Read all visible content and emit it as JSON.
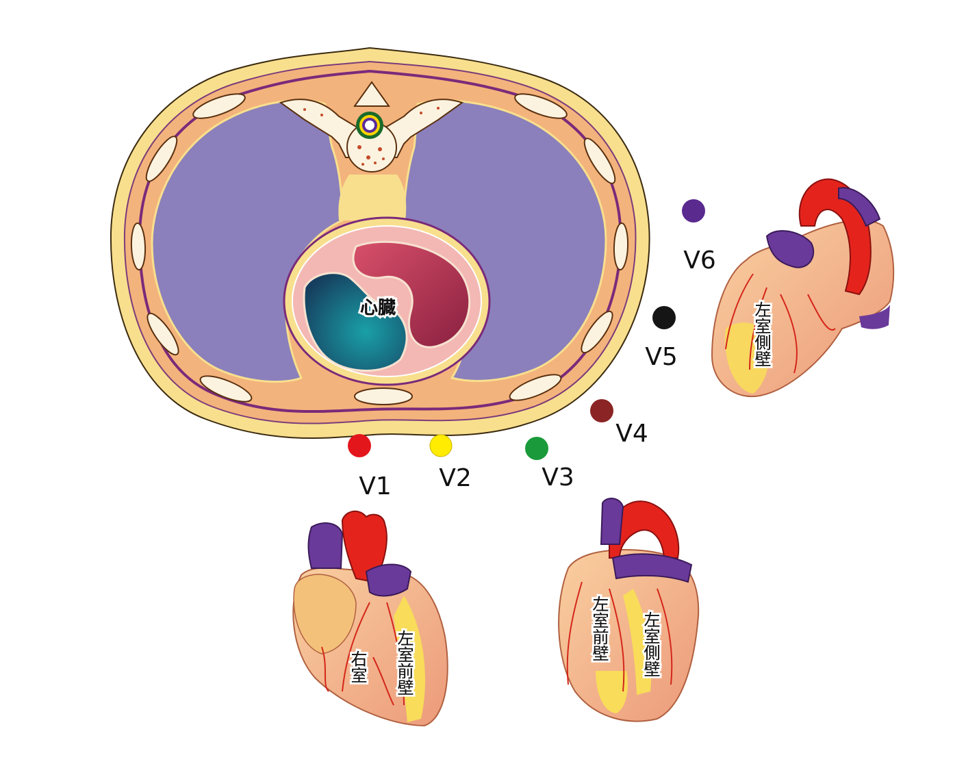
{
  "cross_section": {
    "heart_label": "心臓"
  },
  "leads": [
    {
      "id": "V1",
      "label": "V1",
      "color": "#e3161c"
    },
    {
      "id": "V2",
      "label": "V2",
      "color": "#ffec00"
    },
    {
      "id": "V3",
      "label": "V3",
      "color": "#1a9a3a"
    },
    {
      "id": "V4",
      "label": "V4",
      "color": "#8b2424"
    },
    {
      "id": "V5",
      "label": "V5",
      "color": "#151515"
    },
    {
      "id": "V6",
      "label": "V6",
      "color": "#5a2a8e"
    }
  ],
  "hearts": {
    "left_view": {
      "labels": [
        "右室",
        "左室前壁"
      ]
    },
    "middle_view": {
      "labels": [
        "左室前壁",
        "左室側壁"
      ]
    },
    "right_view": {
      "labels": [
        "左室側壁"
      ]
    }
  },
  "colors": {
    "lung": "#8b80bb",
    "body_wall": "#f3b37c",
    "skin": "#f8df8e",
    "pericardium": "#f3b8b4",
    "left_ventricle": "#b43a5a",
    "right_ventricle": "#1f6b7a",
    "artery": "#e4241c",
    "vein": "#6a3a9a",
    "myocardium": "#f6b592",
    "fat": "#f8dc5a"
  }
}
